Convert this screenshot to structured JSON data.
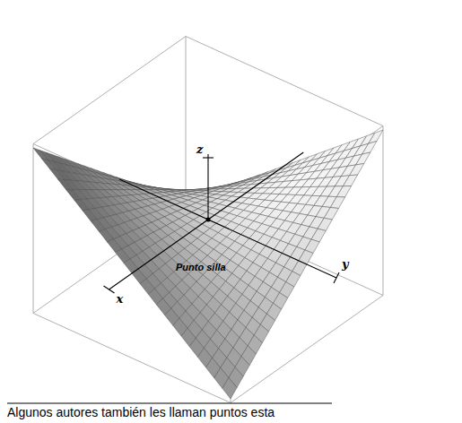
{
  "diagram": {
    "labels": [
      "z",
      "Punto silla",
      "x",
      "y",
      "Algunos autores también les llaman puntos esta"
    ]
  }
}
